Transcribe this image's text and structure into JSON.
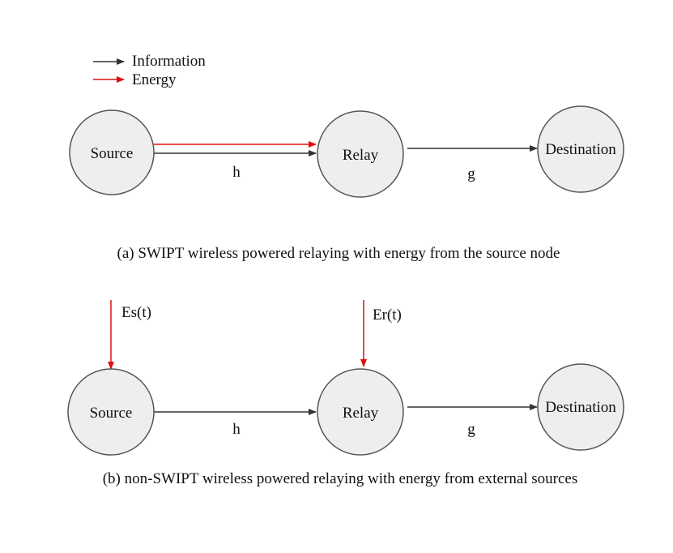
{
  "legend": {
    "information": "Information",
    "energy": "Energy"
  },
  "colors": {
    "information": "#333333",
    "energy": "#e01010",
    "node_fill": "#eeeeee",
    "node_stroke": "#555555"
  },
  "diagram_a": {
    "source": "Source",
    "relay": "Relay",
    "destination": "Destination",
    "link_sr": "h",
    "link_rd": "g",
    "caption": "(a) SWIPT wireless powered relaying with energy from the source node"
  },
  "diagram_b": {
    "source": "Source",
    "relay": "Relay",
    "destination": "Destination",
    "link_sr": "h",
    "link_rd": "g",
    "energy_source": "Es(t)",
    "energy_relay": "Er(t)",
    "caption": "(b) non-SWIPT wireless powered relaying with energy from external sources"
  }
}
